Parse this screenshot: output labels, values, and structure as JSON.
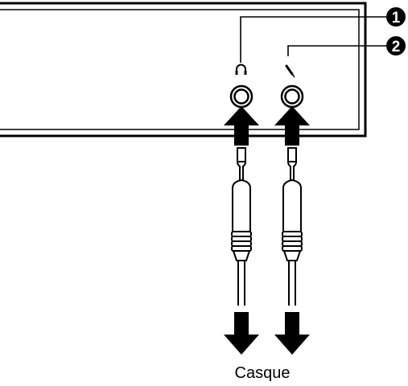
{
  "callouts": [
    {
      "number": "1",
      "label": ""
    },
    {
      "number": "2",
      "label": ""
    }
  ],
  "ports": [
    {
      "icon": "headphone-icon"
    },
    {
      "icon": "microphone-icon"
    }
  ],
  "caption": "Casque",
  "colors": {
    "ink": "#000000",
    "background": "#ffffff"
  }
}
